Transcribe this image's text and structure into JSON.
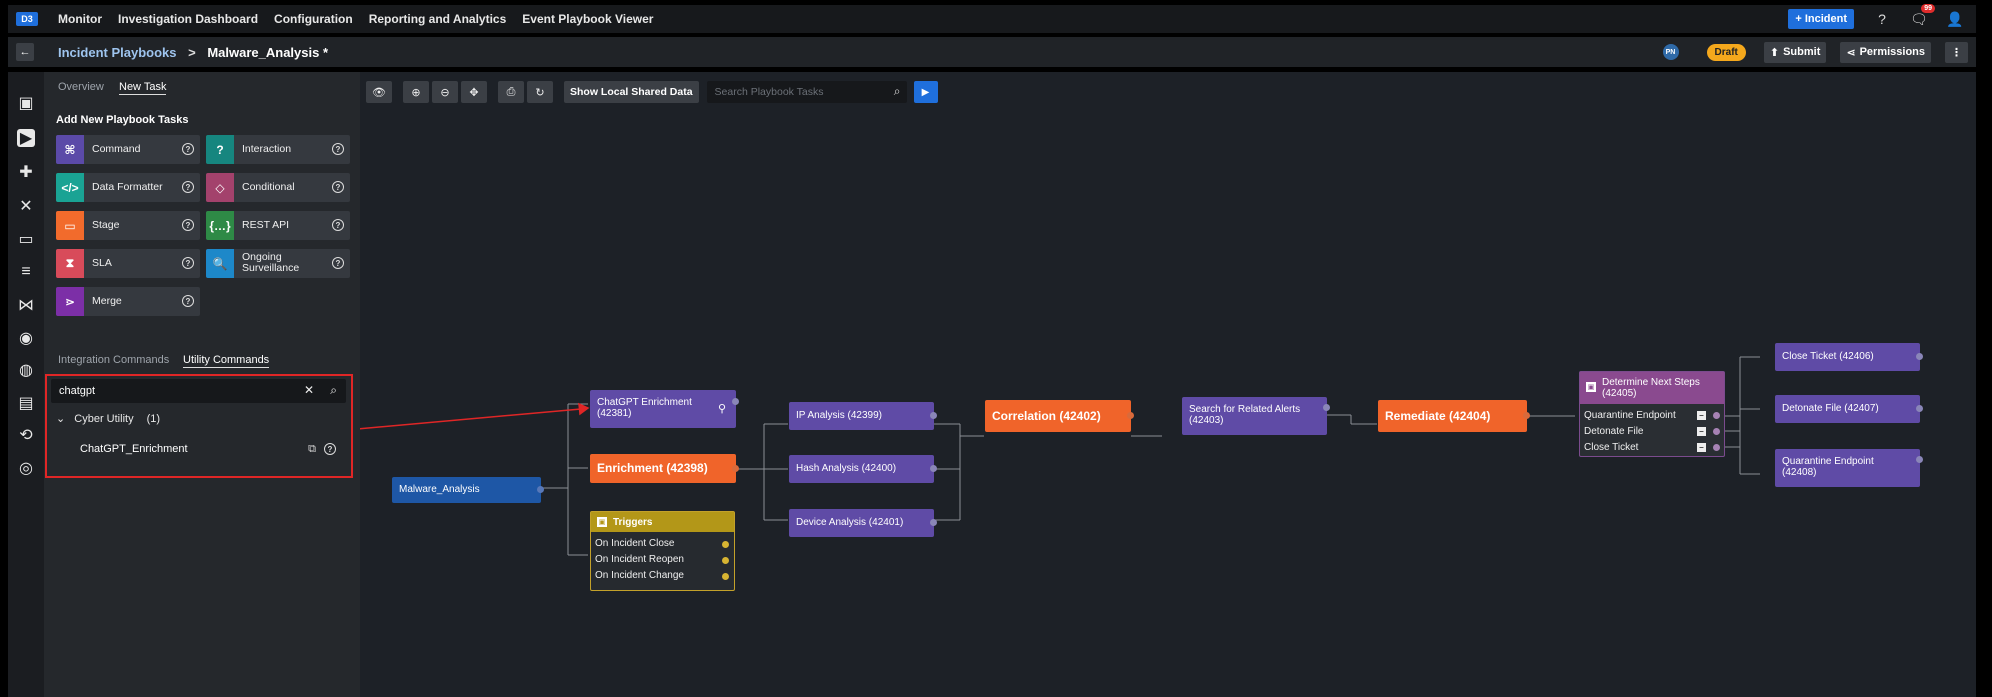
{
  "app": {
    "logo": "D3"
  },
  "topnav": [
    "Monitor",
    "Investigation Dashboard",
    "Configuration",
    "Reporting and Analytics",
    "Event Playbook Viewer"
  ],
  "topright": {
    "incident_label": "+ Incident",
    "help_glyph": "?",
    "notif_count": "99"
  },
  "header": {
    "back_glyph": "←",
    "breadcrumb_parent": "Incident Playbooks",
    "breadcrumb_sep": ">",
    "breadcrumb_current": "Malware_Analysis *",
    "avatar": "PN",
    "status": "Draft",
    "submit_label": "Submit",
    "permissions_label": "Permissions",
    "more_glyph": "⋮"
  },
  "panel": {
    "tabs": [
      "Overview",
      "New Task"
    ],
    "add_title": "Add New Playbook Tasks",
    "tasks": [
      {
        "label": "Command",
        "color": "#5b4aa8",
        "glyph": "⌘"
      },
      {
        "label": "Interaction",
        "color": "#16867f",
        "glyph": "?"
      },
      {
        "label": "Data Formatter",
        "color": "#1aa394",
        "glyph": "</>"
      },
      {
        "label": "Conditional",
        "color": "#a3426c",
        "glyph": "◇"
      },
      {
        "label": "Stage",
        "color": "#f26b2c",
        "glyph": "▭"
      },
      {
        "label": "REST API",
        "color": "#2e8a46",
        "glyph": "{…}"
      },
      {
        "label": "SLA",
        "color": "#d84b5a",
        "glyph": "⧗"
      },
      {
        "label": "Ongoing Surveillance",
        "color": "#1d88c9",
        "glyph": "🔍"
      },
      {
        "label": "Merge",
        "color": "#7c2fa7",
        "glyph": "⋗"
      }
    ],
    "cmd_tabs": [
      "Integration Commands",
      "Utility Commands"
    ],
    "search": {
      "value": "chatgpt"
    },
    "group": {
      "label": "Cyber Utility",
      "count": "(1)"
    },
    "result": {
      "label": "ChatGPT_Enrichment"
    }
  },
  "canvas": {
    "show_shared": "Show Local Shared Data",
    "search_placeholder": "Search Playbook Tasks",
    "nodes": {
      "malware": "Malware_Analysis",
      "chatgpt": "ChatGPT Enrichment (42381)",
      "enrichment": "Enrichment (42398)",
      "ip": "IP Analysis (42399)",
      "hash": "Hash Analysis (42400)",
      "device": "Device Analysis (42401)",
      "correlation": "Correlation (42402)",
      "search": "Search for Related Alerts (42403)",
      "remediate": "Remediate (42404)",
      "close": "Close Ticket (42406)",
      "detonate": "Detonate File (42407)",
      "quarantine": "Quarantine Endpoint (42408)"
    },
    "triggers": {
      "title": "Triggers",
      "items": [
        "On Incident Close",
        "On Incident Reopen",
        "On Incident Change"
      ]
    },
    "determine": {
      "title": "Determine Next Steps (42405)",
      "items": [
        "Quarantine Endpoint",
        "Detonate File",
        "Close Ticket"
      ]
    }
  },
  "colors": {
    "accent": "#1f6fdc",
    "draft": "#f5a81c",
    "task_purple": "#5f4ba6",
    "task_orange": "#f0642a",
    "highlight": "#e02626"
  }
}
